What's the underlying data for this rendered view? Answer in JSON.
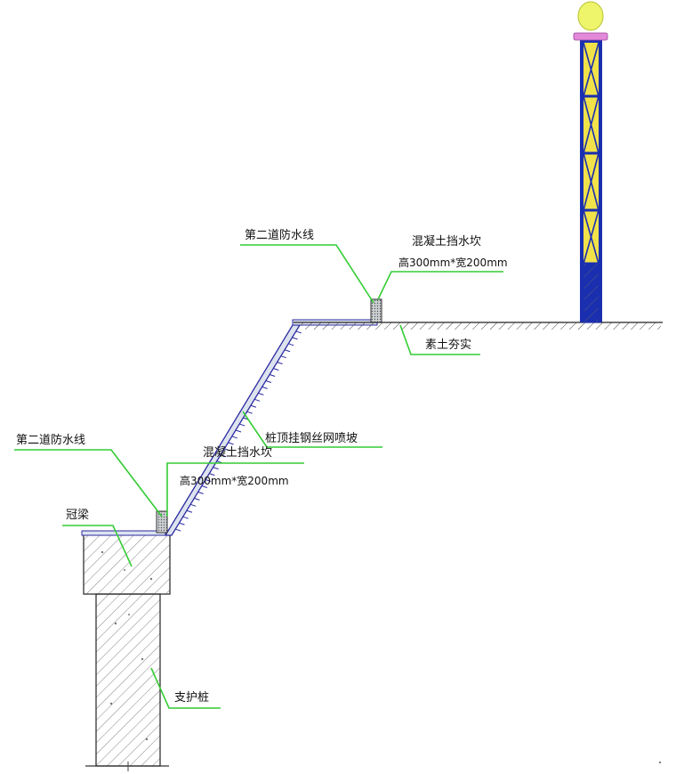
{
  "labels": {
    "waterproof_line_upper": "第二道防水线",
    "retaining_curb_upper": "混凝土挡水坎",
    "curb_size_upper": "高300mm*宽200mm",
    "compacted_soil": "素土夯实",
    "slope_shotcrete": "桩顶挂钢丝网喷坡",
    "waterproof_line_lower": "第二道防水线",
    "retaining_curb_lower": "混凝土挡水坎",
    "curb_size_lower": "高300mm*宽200mm",
    "crown_beam": "冠梁",
    "support_pile": "支护桩"
  },
  "colors": {
    "leader": "#33cc33",
    "tower_blue": "#1a2fb0",
    "tower_yellow": "#f2e24a",
    "lamp": "#eef56a",
    "lamp_base": "#e08ad8",
    "concrete_hatch": "#555555",
    "slope_hatch": "#2a2aa0"
  }
}
